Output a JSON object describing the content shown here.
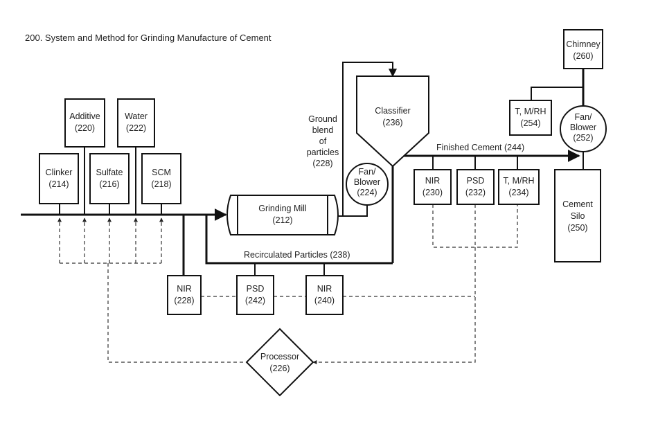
{
  "title": "200. System and Method for Grinding Manufacture of Cement",
  "nodes": {
    "additive": {
      "name": "Additive",
      "id": "(220)"
    },
    "water": {
      "name": "Water",
      "id": "(222)"
    },
    "clinker": {
      "name": "Clinker",
      "id": "(214)"
    },
    "sulfate": {
      "name": "Sulfate",
      "id": "(216)"
    },
    "scm": {
      "name": "SCM",
      "id": "(218)"
    },
    "mill": {
      "name": "Grinding Mill",
      "id": "(212)"
    },
    "fan224": {
      "name1": "Fan/",
      "name2": "Blower",
      "id": "(224)"
    },
    "classifier": {
      "name": "Classifier",
      "id": "(236)"
    },
    "nir230": {
      "name": "NIR",
      "id": "(230)"
    },
    "psd232": {
      "name": "PSD",
      "id": "(232)"
    },
    "tmrh234": {
      "name": "T, M/RH",
      "id": "(234)"
    },
    "tmrh254": {
      "name": "T, M/RH",
      "id": "(254)"
    },
    "chimney": {
      "name": "Chimney",
      "id": "(260)"
    },
    "fan252": {
      "name1": "Fan/",
      "name2": "Blower",
      "id": "(252)"
    },
    "silo": {
      "name1": "Cement",
      "name2": "Silo",
      "id": "(250)"
    },
    "nir228": {
      "name": "NIR",
      "id": "(228)"
    },
    "psd242": {
      "name": "PSD",
      "id": "(242)"
    },
    "nir240": {
      "name": "NIR",
      "id": "(240)"
    },
    "processor": {
      "name": "Processor",
      "id": "(226)"
    }
  },
  "labels": {
    "ground_blend": [
      "Ground",
      "blend",
      "of",
      "particles",
      "(228)"
    ],
    "finished_cement": "Finished Cement (244)",
    "recirculated": "Recirculated Particles (238)"
  }
}
